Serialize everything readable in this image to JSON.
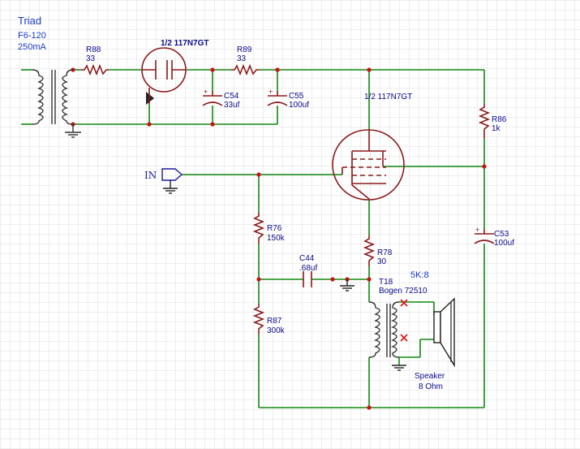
{
  "transformer_in": {
    "brand": "Triad",
    "model": "F6-120",
    "current": "250mA"
  },
  "R88": {
    "ref": "R88",
    "value": "33"
  },
  "R89": {
    "ref": "R89",
    "value": "33"
  },
  "rect_tube": {
    "label": "1/2 117N7GT"
  },
  "C54": {
    "ref": "C54",
    "value": "33uf"
  },
  "C55": {
    "ref": "C55",
    "value": "100uf"
  },
  "pentode": {
    "label": "1/2 117N7GT"
  },
  "R86": {
    "ref": "R86",
    "value": "1k"
  },
  "input": {
    "label": "IN"
  },
  "R76": {
    "ref": "R76",
    "value": "150k"
  },
  "C44": {
    "ref": "C44",
    "value": ".68uf"
  },
  "R78": {
    "ref": "R78",
    "value": "30"
  },
  "C53": {
    "ref": "C53",
    "value": "100uf"
  },
  "T18": {
    "ref": "T18",
    "value": "Bogen 72510",
    "ratio": "5K:8"
  },
  "R87": {
    "ref": "R87",
    "value": "300k"
  },
  "speaker": {
    "label": "Speaker",
    "impedance": "8 Ohm"
  },
  "colors": {
    "wire": "#118811",
    "component": "#8b1a1a",
    "node": "#cc1111",
    "text": "#0a0a8c",
    "grid": "#d9d9d9"
  }
}
